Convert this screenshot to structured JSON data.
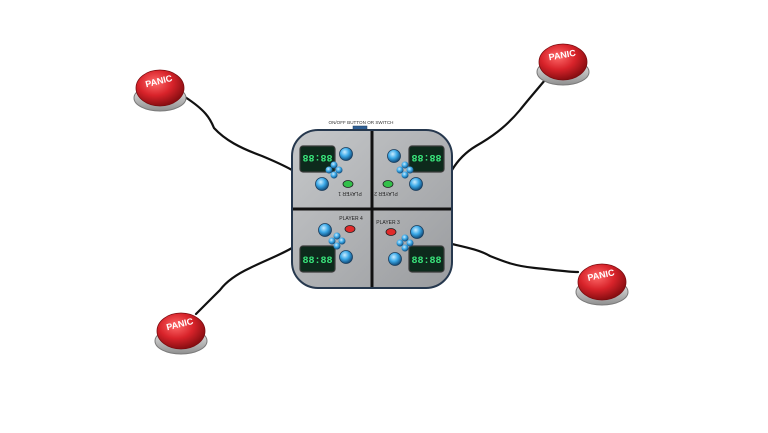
{
  "console": {
    "switch_label": "ON/OFF BUTTON OR SWITCH"
  },
  "buttons": [
    {
      "label": "PANIC"
    },
    {
      "label": "PANIC"
    },
    {
      "label": "PANIC"
    },
    {
      "label": "PANIC"
    }
  ],
  "players": [
    {
      "label": "PLAYER 1",
      "display": "88:88",
      "led": "green"
    },
    {
      "label": "PLAYER 2",
      "display": "88:88",
      "led": "green"
    },
    {
      "label": "PLAYER 3",
      "display": "88:88",
      "led": "red"
    },
    {
      "label": "PLAYER 4",
      "display": "88:88",
      "led": "red"
    }
  ],
  "colors": {
    "button_red": "#d8232a",
    "console_body": "#a9abae",
    "display_bg": "#0d2a1c",
    "display_digits": "#39e27a",
    "cable": "#111111",
    "led_green": "#33c04a",
    "led_red": "#e02a2a",
    "knob_blue": "#3ba9e8"
  }
}
